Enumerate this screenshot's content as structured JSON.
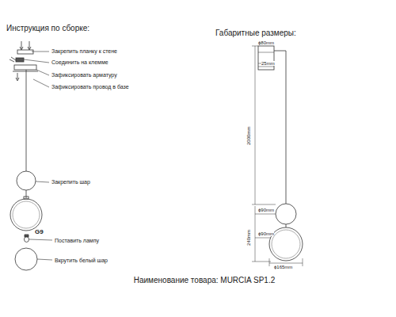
{
  "diagram": {
    "caption": "Наименование товара: MURCIA SP1.2",
    "labels": [
      "Инструкция по сборке:",
      "Закрепить планку к стене",
      "Соединить на клемме",
      "Зафиксировать арматуру",
      "Зафиксировать провод в базе",
      "Закрепить шар",
      "G9",
      "Поставить лампу",
      "Вкрутить белый шар",
      "Габаритные размеры:",
      "ϕ80mm",
      "25mm",
      "2000mm",
      "ϕ90mm",
      "ϕ90mm",
      "240mm",
      "ϕ165mm"
    ]
  }
}
